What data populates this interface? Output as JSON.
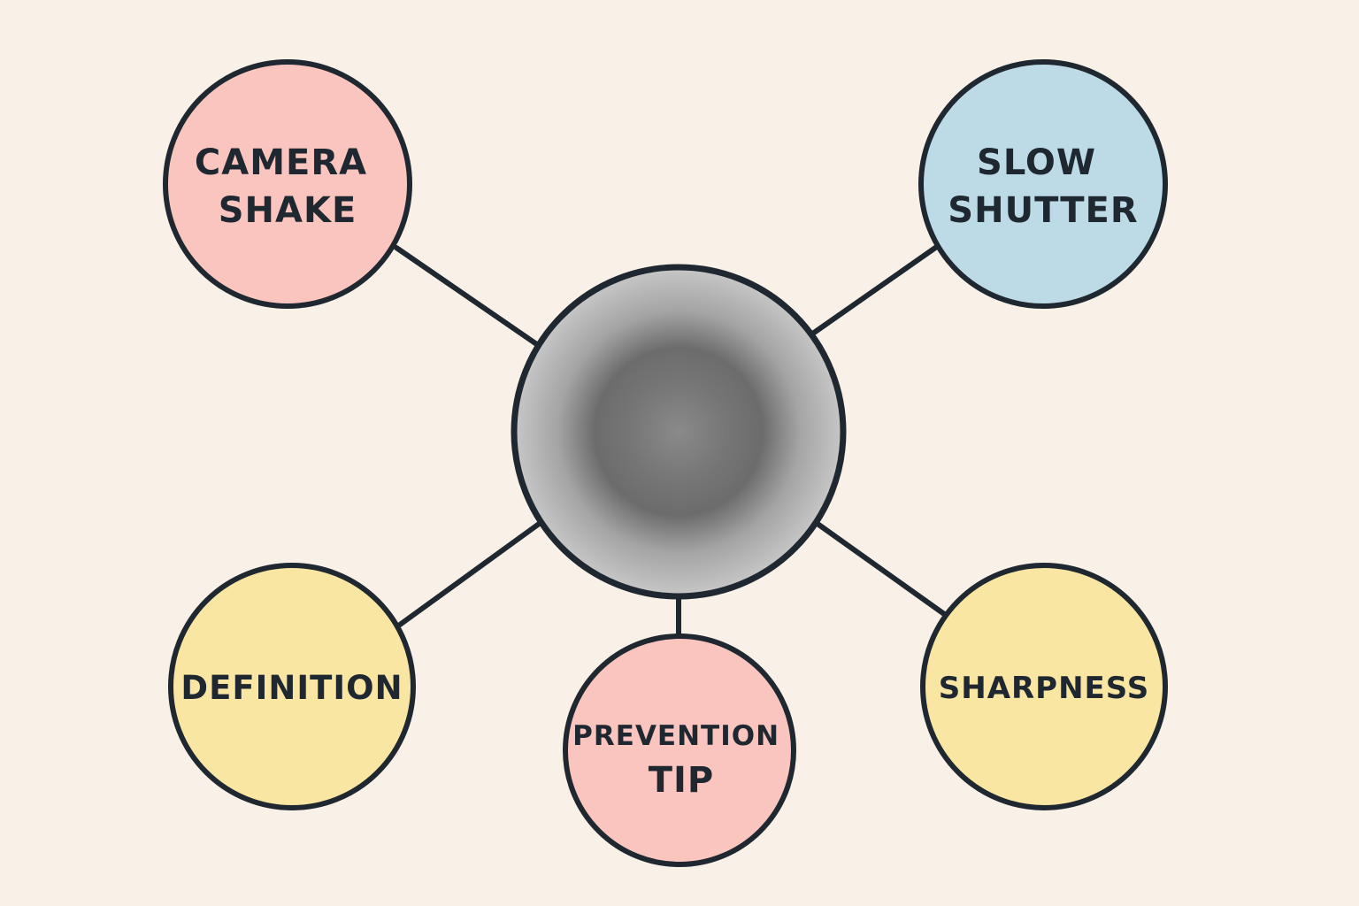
{
  "colors": {
    "background": "#f9f0e7",
    "outline": "#1f2730",
    "pink": "#fbc5bf",
    "blue": "#bcdbe7",
    "yellow": "#fae6a3",
    "center_light": "#c4c4c4",
    "center_dark": "#6f6f6f"
  },
  "center": {
    "icon": "blurred-circle-icon"
  },
  "nodes": [
    {
      "id": "camera-shake",
      "lines": [
        "CAMERA",
        "SHAKE"
      ],
      "fill": "pink"
    },
    {
      "id": "slow-shutter",
      "lines": [
        "SLOW",
        "SHUTTER"
      ],
      "fill": "blue"
    },
    {
      "id": "definition",
      "lines": [
        "DEFINITION"
      ],
      "fill": "yellow"
    },
    {
      "id": "prevention-tip",
      "lines": [
        "PREVENTION",
        "TIP"
      ],
      "fill": "pink"
    },
    {
      "id": "sharpness",
      "lines": [
        "SHARPNESS"
      ],
      "fill": "yellow"
    }
  ]
}
